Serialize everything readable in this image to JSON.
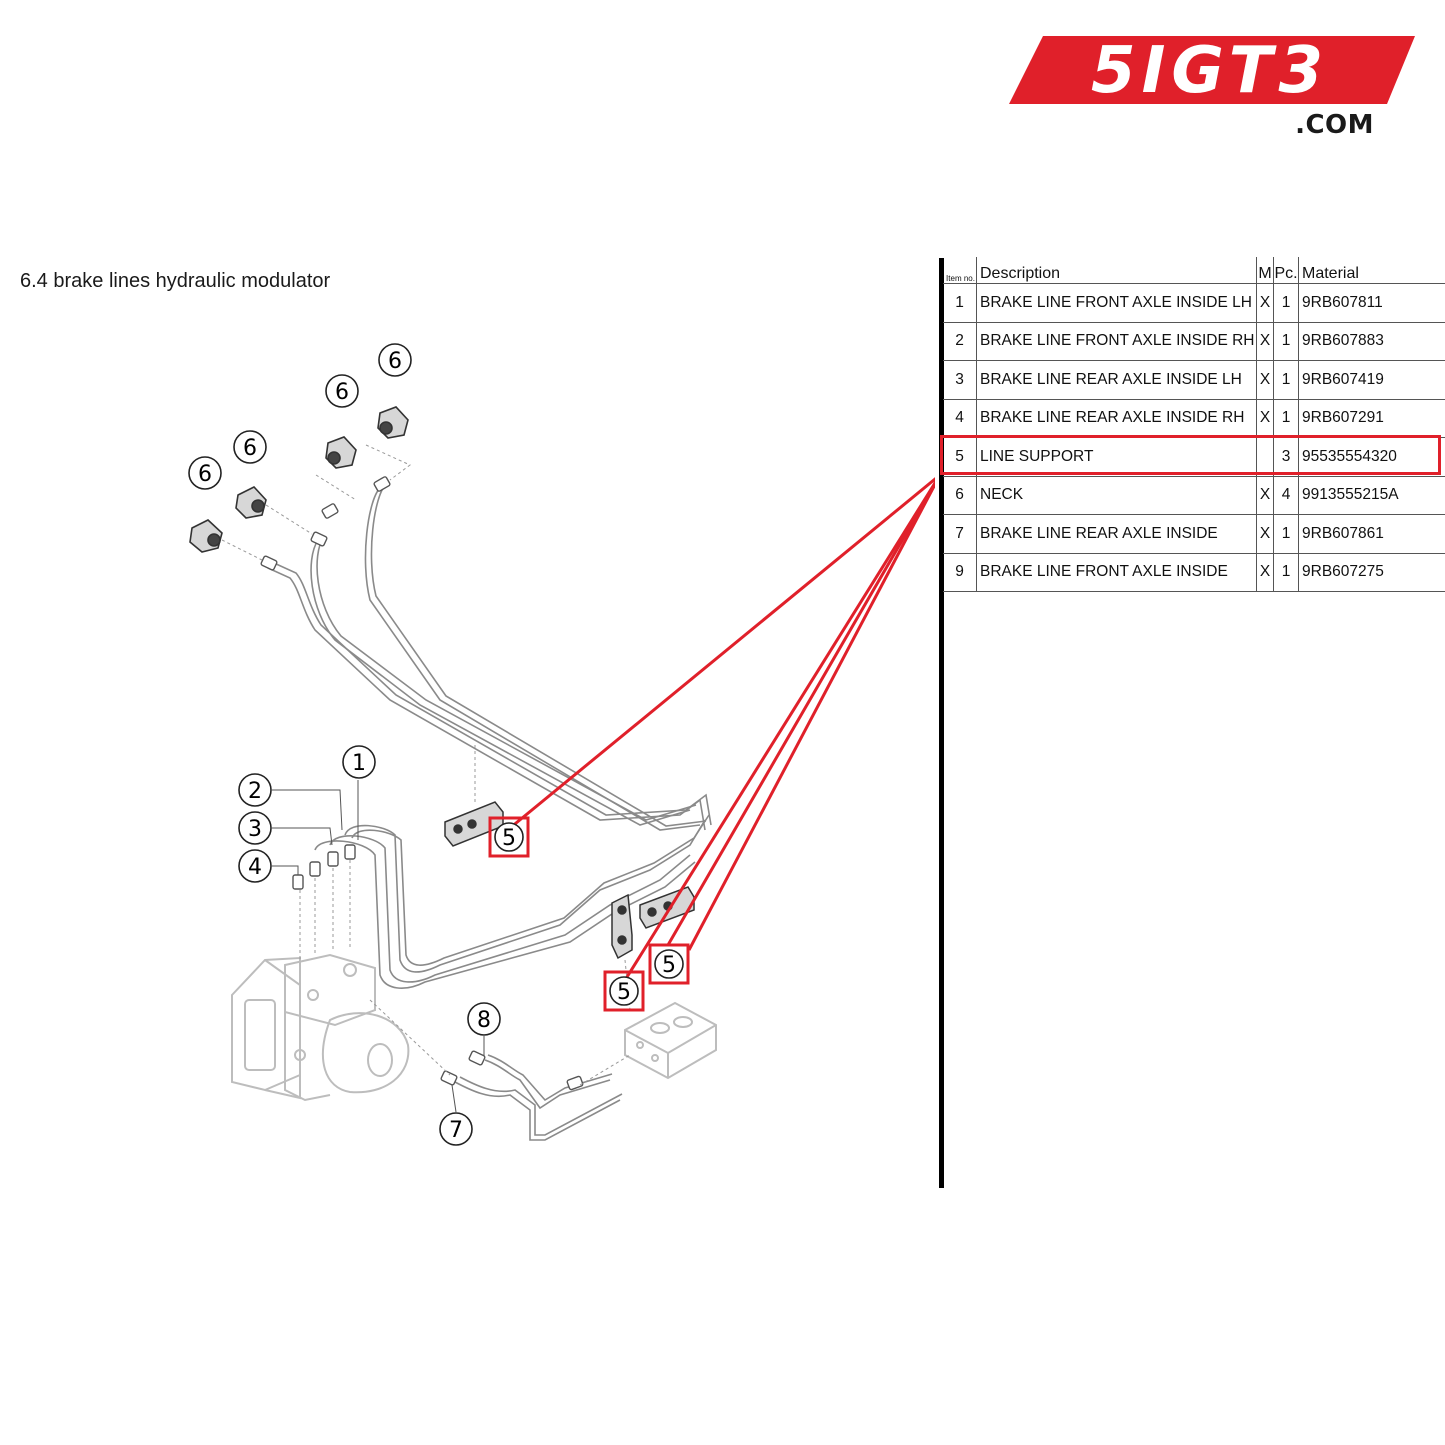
{
  "logo": {
    "brand": "5IGT3",
    "suffix": ".COM",
    "color": "#e0202a"
  },
  "section_title": "6.4  brake lines hydraulic modulator",
  "table": {
    "headers": {
      "item": "Item no.",
      "description": "Description",
      "m": "M",
      "pc": "Pc.",
      "material": "Material"
    },
    "rows": [
      {
        "item": "1",
        "description": "BRAKE LINE FRONT AXLE INSIDE LH",
        "m": "X",
        "pc": "1",
        "material": "9RB607811"
      },
      {
        "item": "2",
        "description": "BRAKE LINE FRONT AXLE INSIDE RH",
        "m": "X",
        "pc": "1",
        "material": "9RB607883"
      },
      {
        "item": "3",
        "description": "BRAKE LINE REAR AXLE INSIDE LH",
        "m": "X",
        "pc": "1",
        "material": "9RB607419"
      },
      {
        "item": "4",
        "description": "BRAKE LINE REAR AXLE INSIDE RH",
        "m": "X",
        "pc": "1",
        "material": "9RB607291"
      },
      {
        "item": "5",
        "description": "LINE SUPPORT",
        "m": "",
        "pc": "3",
        "material": "95535554320"
      },
      {
        "item": "6",
        "description": "NECK",
        "m": "X",
        "pc": "4",
        "material": "9913555215A"
      },
      {
        "item": "7",
        "description": "BRAKE LINE REAR AXLE INSIDE",
        "m": "X",
        "pc": "1",
        "material": "9RB607861"
      },
      {
        "item": "9",
        "description": "BRAKE LINE FRONT AXLE INSIDE",
        "m": "X",
        "pc": "1",
        "material": "9RB607275"
      }
    ],
    "highlighted_item": "5",
    "highlight_color": "#e0202a"
  },
  "callouts": {
    "c6a": "6",
    "c6b": "6",
    "c6c": "6",
    "c6d": "6",
    "c1": "1",
    "c2": "2",
    "c3": "3",
    "c4": "4",
    "c5a": "5",
    "c5b": "5",
    "c5c": "5",
    "c7": "7",
    "c8": "8"
  }
}
